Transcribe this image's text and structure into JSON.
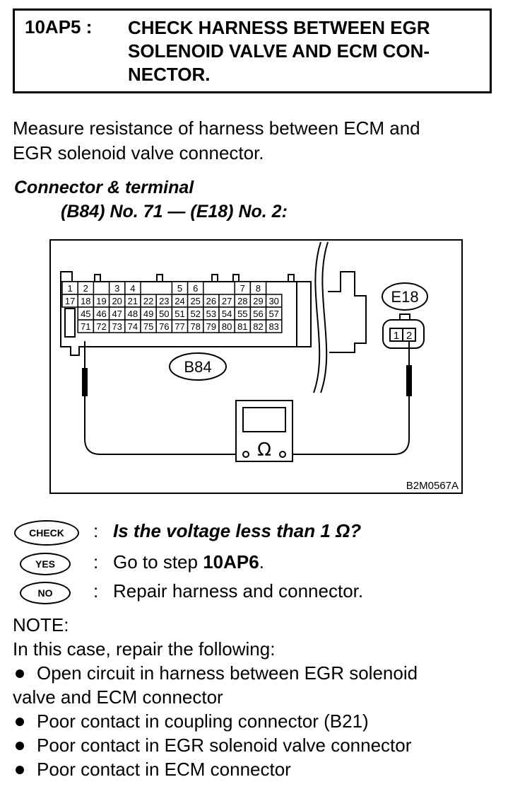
{
  "header": {
    "code": "10AP5 :",
    "title_lines": [
      "CHECK HARNESS BETWEEN EGR",
      "SOLENOID VALVE AND ECM CON-",
      "NECTOR."
    ]
  },
  "instruction_lines": [
    "Measure resistance of harness between ECM and",
    "EGR solenoid valve connector."
  ],
  "connector": {
    "heading": "Connector & terminal",
    "spec": "(B84) No. 71 — (E18) No. 2:"
  },
  "diagram": {
    "b84_label": "B84",
    "e18_label": "E18",
    "figure_code": "B2M0567A",
    "meter_symbol": "Ω",
    "b84_rows": [
      [
        "1",
        "2",
        "",
        "3",
        "4",
        "",
        "",
        "5",
        "6",
        "",
        "",
        "7",
        "8"
      ],
      [
        "17",
        "18",
        "19",
        "20",
        "21",
        "22",
        "23",
        "24",
        "25",
        "26",
        "27",
        "28",
        "29",
        "30"
      ],
      [
        "",
        "45",
        "46",
        "47",
        "48",
        "49",
        "50",
        "51",
        "52",
        "53",
        "54",
        "55",
        "56",
        "57"
      ],
      [
        "",
        "71",
        "72",
        "73",
        "74",
        "75",
        "76",
        "77",
        "78",
        "79",
        "80",
        "81",
        "82",
        "83"
      ]
    ],
    "e18_pins": [
      "1",
      "2"
    ]
  },
  "qa": {
    "check": {
      "badge": "CHECK",
      "text": "Is the voltage less than 1 Ω?"
    },
    "yes": {
      "badge": "YES",
      "prefix": "Go to step ",
      "step": "10AP6",
      "suffix": "."
    },
    "no": {
      "badge": "NO",
      "text": "Repair harness and connector."
    },
    "colon": ":"
  },
  "note": {
    "title": "NOTE:",
    "intro": "In this case, repair the following:",
    "items": [
      [
        "Open circuit in harness between EGR solenoid",
        "valve and ECM connector"
      ],
      [
        "Poor contact in coupling connector (B21)"
      ],
      [
        "Poor contact in EGR solenoid valve connector"
      ],
      [
        "Poor contact in ECM connector"
      ]
    ]
  }
}
